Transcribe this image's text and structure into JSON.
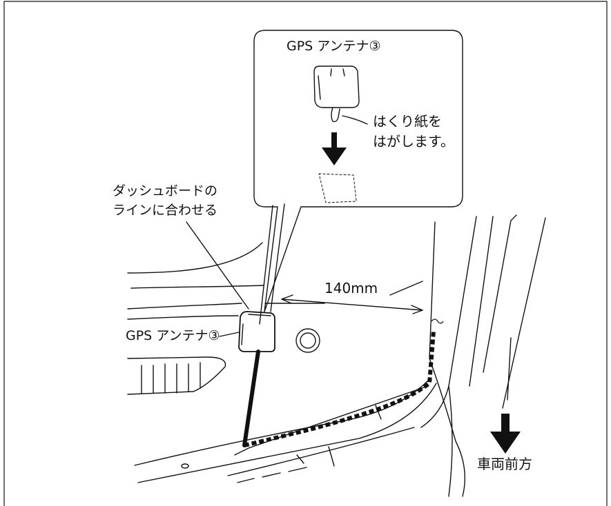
{
  "callout": {
    "title": "GPS アンテナ③",
    "peel_note_line1": "はくり紙を",
    "peel_note_line2": "はがします。"
  },
  "labels": {
    "align_line1": "ダッシュボードの",
    "align_line2": "ラインに合わせる",
    "antenna": "GPS アンテナ③",
    "distance": "140mm",
    "vehicle_front": "車両前方"
  },
  "colors": {
    "line": "#111111",
    "background": "#ffffff"
  }
}
